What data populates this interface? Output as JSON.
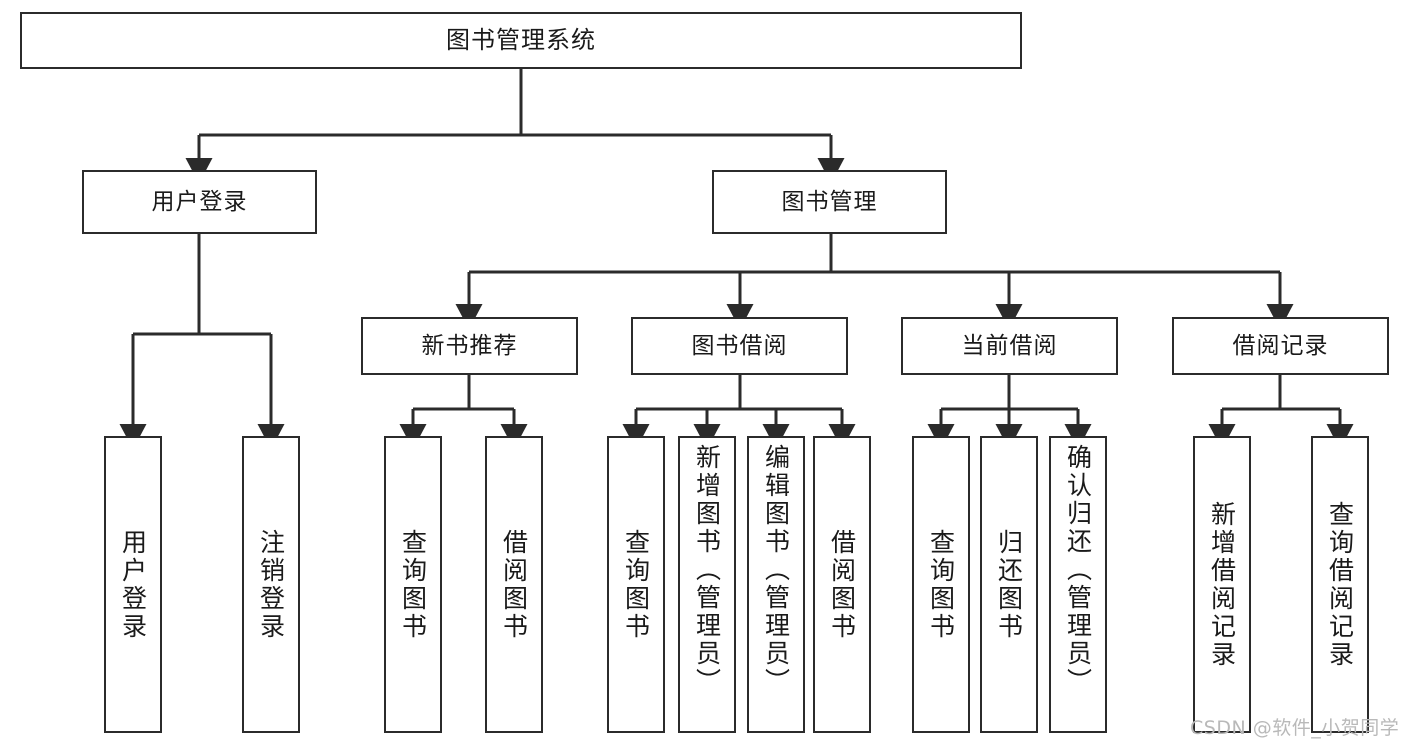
{
  "diagram": {
    "title": "图书管理系统",
    "type": "functional-structure-tree",
    "colors": {
      "box_border": "#2b2b2b",
      "box_fill": "#ffffff",
      "edge": "#2b2b2b",
      "background": "#ffffff",
      "watermark": "#b9b9b9"
    },
    "root": {
      "id": "root",
      "label": "图书管理系统"
    },
    "level2": [
      {
        "id": "n-user-login",
        "label": "用户登录"
      },
      {
        "id": "n-book-mgmt",
        "label": "图书管理"
      }
    ],
    "level3": [
      {
        "id": "n-new-book-rec",
        "label": "新书推荐"
      },
      {
        "id": "n-book-borrow",
        "label": "图书借阅"
      },
      {
        "id": "n-current-borrow",
        "label": "当前借阅"
      },
      {
        "id": "n-borrow-record",
        "label": "借阅记录"
      }
    ],
    "leaves": [
      {
        "id": "leaf-user-login",
        "label": "用户登录",
        "parent": "n-user-login"
      },
      {
        "id": "leaf-logout-login",
        "label": "注销登录",
        "parent": "n-user-login"
      },
      {
        "id": "leaf-query-book-1",
        "label": "查询图书",
        "parent": "n-new-book-rec"
      },
      {
        "id": "leaf-borrow-book-1",
        "label": "借阅图书",
        "parent": "n-new-book-rec"
      },
      {
        "id": "leaf-query-book-2",
        "label": "查询图书",
        "parent": "n-book-borrow"
      },
      {
        "id": "leaf-add-book",
        "label": "新增图书（管理员）",
        "parent": "n-book-borrow"
      },
      {
        "id": "leaf-edit-book",
        "label": "编辑图书（管理员）",
        "parent": "n-book-borrow"
      },
      {
        "id": "leaf-borrow-book-2",
        "label": "借阅图书",
        "parent": "n-book-borrow"
      },
      {
        "id": "leaf-query-book-3",
        "label": "查询图书",
        "parent": "n-current-borrow"
      },
      {
        "id": "leaf-return-book",
        "label": "归还图书",
        "parent": "n-current-borrow"
      },
      {
        "id": "leaf-confirm-return",
        "label": "确认归还（管理员）",
        "parent": "n-current-borrow"
      },
      {
        "id": "leaf-add-record",
        "label": "新增借阅记录",
        "parent": "n-borrow-record"
      },
      {
        "id": "leaf-query-record",
        "label": "查询借阅记录",
        "parent": "n-borrow-record"
      }
    ]
  },
  "watermark": {
    "text": "CSDN @软件_小贺同学"
  }
}
